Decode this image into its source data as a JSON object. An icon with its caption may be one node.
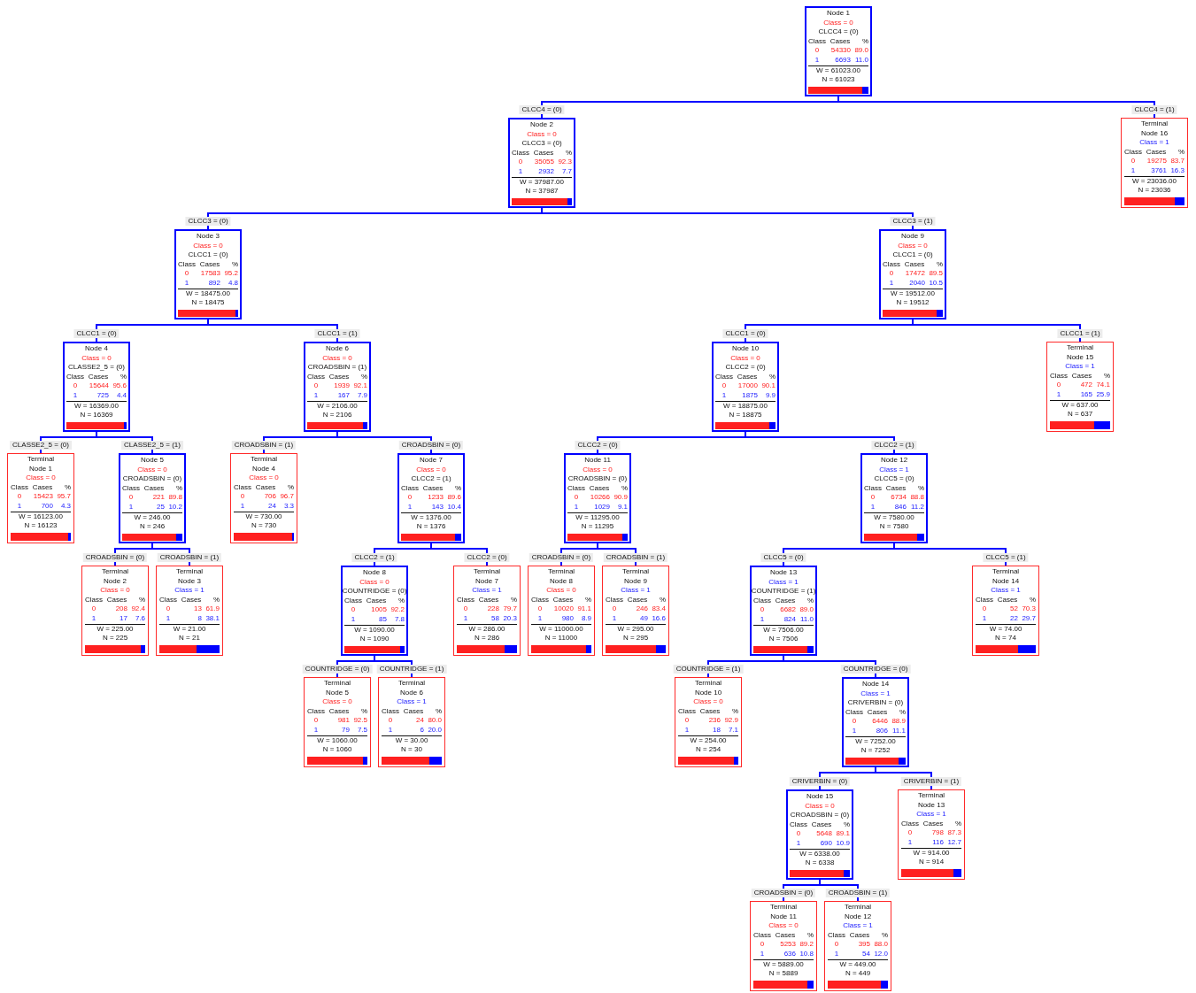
{
  "diagram": {
    "nodes": [
      {
        "text": [
          "Node 1",
          "Class = 0",
          "CLCC4 = (0)",
          "Class",
          "Cases",
          "%",
          "0",
          "54330",
          "89.0",
          "1",
          "6693",
          "11.0",
          "W = 61023.00",
          "N = 61023"
        ]
      },
      {
        "text": [
          "Node 2",
          "Class = 0",
          "CLCC3 = (0)",
          "Class",
          "Cases",
          "%",
          "0",
          "35055",
          "92.3",
          "1",
          "2932",
          "7.7",
          "W = 37987.00",
          "N = 37987"
        ]
      },
      {
        "text": [
          "Terminal",
          "Node 16",
          "Class = 1",
          "Class",
          "Cases",
          "%",
          "0",
          "19275",
          "83.7",
          "1",
          "3761",
          "16.3",
          "W = 23036.00",
          "N = 23036"
        ]
      },
      {
        "text": [
          "Node 3",
          "Class = 0",
          "CLCC1 = (0)",
          "Class",
          "Cases",
          "%",
          "0",
          "17583",
          "95.2",
          "1",
          "892",
          "4.8",
          "W = 18475.00",
          "N = 18475"
        ]
      },
      {
        "text": [
          "Node 9",
          "Class = 0",
          "CLCC1 = (0)",
          "Class",
          "Cases",
          "%",
          "0",
          "17472",
          "89.5",
          "1",
          "2040",
          "10.5",
          "W = 19512.00",
          "N = 19512"
        ]
      },
      {
        "text": [
          "Node 4",
          "Class = 0",
          "CLASSE2_5 = (0)",
          "Class",
          "Cases",
          "%",
          "0",
          "15644",
          "95.6",
          "1",
          "725",
          "4.4",
          "W = 16369.00",
          "N = 16369"
        ]
      },
      {
        "text": [
          "Node 6",
          "Class = 0",
          "CROADSBIN = (1)",
          "Class",
          "Cases",
          "%",
          "0",
          "1939",
          "92.1",
          "1",
          "167",
          "7.9",
          "W = 2106.00",
          "N = 2106"
        ]
      },
      {
        "text": [
          "Node 10",
          "Class = 0",
          "CLCC2 = (0)",
          "Class",
          "Cases",
          "%",
          "0",
          "17000",
          "90.1",
          "1",
          "1875",
          "9.9",
          "W = 18875.00",
          "N = 18875"
        ]
      },
      {
        "text": [
          "Terminal",
          "Node 15",
          "Class = 1",
          "Class",
          "Cases",
          "%",
          "0",
          "472",
          "74.1",
          "1",
          "165",
          "25.9",
          "W = 637.00",
          "N = 637"
        ]
      },
      {
        "text": [
          "Terminal",
          "Node 1",
          "Class = 0",
          "Class",
          "Cases",
          "%",
          "0",
          "15423",
          "95.7",
          "1",
          "700",
          "4.3",
          "W = 16123.00",
          "N = 16123"
        ]
      },
      {
        "text": [
          "Node 5",
          "Class = 0",
          "CROADSBIN = (0)",
          "Class",
          "Cases",
          "%",
          "0",
          "221",
          "89.8",
          "1",
          "25",
          "10.2",
          "W = 246.00",
          "N = 246"
        ]
      },
      {
        "text": [
          "Terminal",
          "Node 4",
          "Class = 0",
          "Class",
          "Cases",
          "%",
          "0",
          "706",
          "96.7",
          "1",
          "24",
          "3.3",
          "W = 730.00",
          "N = 730"
        ]
      },
      {
        "text": [
          "Node 7",
          "Class = 0",
          "CLCC2 = (1)",
          "Class",
          "Cases",
          "%",
          "0",
          "1233",
          "89.6",
          "1",
          "143",
          "10.4",
          "W = 1376.00",
          "N = 1376"
        ]
      },
      {
        "text": [
          "Node 11",
          "Class = 0",
          "CROADSBIN = (0)",
          "Class",
          "Cases",
          "%",
          "0",
          "10266",
          "90.9",
          "1",
          "1029",
          "9.1",
          "W = 11295.00",
          "N = 11295"
        ]
      },
      {
        "text": [
          "Node 12",
          "Class = 1",
          "CLCC5 = (0)",
          "Class",
          "Cases",
          "%",
          "0",
          "6734",
          "88.8",
          "1",
          "846",
          "11.2",
          "W = 7580.00",
          "N = 7580"
        ]
      },
      {
        "text": [
          "Terminal",
          "Node 2",
          "Class = 0",
          "Class",
          "Cases",
          "%",
          "0",
          "208",
          "92.4",
          "1",
          "17",
          "7.6",
          "W = 225.00",
          "N = 225"
        ]
      },
      {
        "text": [
          "Terminal",
          "Node 3",
          "Class = 1",
          "Class",
          "Cases",
          "%",
          "0",
          "13",
          "61.9",
          "1",
          "8",
          "38.1",
          "W = 21.00",
          "N = 21"
        ]
      },
      {
        "text": [
          "Node 8",
          "Class = 0",
          "COUNTRIDGE = (0)",
          "Class",
          "Cases",
          "%",
          "0",
          "1005",
          "92.2",
          "1",
          "85",
          "7.8",
          "W = 1090.00",
          "N = 1090"
        ]
      },
      {
        "text": [
          "Terminal",
          "Node 7",
          "Class = 1",
          "Class",
          "Cases",
          "%",
          "0",
          "228",
          "79.7",
          "1",
          "58",
          "20.3",
          "W = 286.00",
          "N = 286"
        ]
      },
      {
        "text": [
          "Terminal",
          "Node 8",
          "Class = 0",
          "Class",
          "Cases",
          "%",
          "0",
          "10020",
          "91.1",
          "1",
          "980",
          "8.9",
          "W = 11000.00",
          "N = 11000"
        ]
      },
      {
        "text": [
          "Terminal",
          "Node 9",
          "Class = 1",
          "Class",
          "Cases",
          "%",
          "0",
          "246",
          "83.4",
          "1",
          "49",
          "16.6",
          "W = 295.00",
          "N = 295"
        ]
      },
      {
        "text": [
          "Node 13",
          "Class = 1",
          "COUNTRIDGE = (1)",
          "Class",
          "Cases",
          "%",
          "0",
          "6682",
          "89.0",
          "1",
          "824",
          "11.0",
          "W = 7506.00",
          "N = 7506"
        ]
      },
      {
        "text": [
          "Terminal",
          "Node 14",
          "Class = 1",
          "Class",
          "Cases",
          "%",
          "0",
          "52",
          "70.3",
          "1",
          "22",
          "29.7",
          "W = 74.00",
          "N = 74"
        ]
      },
      {
        "text": [
          "Terminal",
          "Node 5",
          "Class = 0",
          "Class",
          "Cases",
          "%",
          "0",
          "981",
          "92.5",
          "1",
          "79",
          "7.5",
          "W = 1060.00",
          "N = 1060"
        ]
      },
      {
        "text": [
          "Terminal",
          "Node 6",
          "Class = 1",
          "Class",
          "Cases",
          "%",
          "0",
          "24",
          "80.0",
          "1",
          "6",
          "20.0",
          "W = 30.00",
          "N = 30"
        ]
      },
      {
        "text": [
          "Terminal",
          "Node 10",
          "Class = 0",
          "Class",
          "Cases",
          "%",
          "0",
          "236",
          "92.9",
          "1",
          "18",
          "7.1",
          "W = 254.00",
          "N = 254"
        ]
      },
      {
        "text": [
          "Node 14",
          "Class = 1",
          "CRIVERBIN = (0)",
          "Class",
          "Cases",
          "%",
          "0",
          "6446",
          "88.9",
          "1",
          "806",
          "11.1",
          "W = 7252.00",
          "N = 7252"
        ]
      },
      {
        "text": [
          "Node 15",
          "Class = 0",
          "CROADSBIN = (0)",
          "Class",
          "Cases",
          "%",
          "0",
          "5648",
          "89.1",
          "1",
          "690",
          "10.9",
          "W = 6338.00",
          "N = 6338"
        ]
      },
      {
        "text": [
          "Terminal",
          "Node 13",
          "Class = 1",
          "Class",
          "Cases",
          "%",
          "0",
          "798",
          "87.3",
          "1",
          "116",
          "12.7",
          "W = 914.00",
          "N = 914"
        ]
      },
      {
        "text": [
          "Terminal",
          "Node 11",
          "Class = 0",
          "Class",
          "Cases",
          "%",
          "0",
          "5253",
          "89.2",
          "1",
          "636",
          "10.8",
          "W = 5889.00",
          "N = 5889"
        ]
      },
      {
        "text": [
          "Terminal",
          "Node 12",
          "Class = 1",
          "Class",
          "Cases",
          "%",
          "0",
          "395",
          "88.0",
          "1",
          "54",
          "12.0",
          "W = 449.00",
          "N = 449"
        ]
      }
    ],
    "edges": [
      {
        "from": 0,
        "to": 1,
        "arrow": "none",
        "label": "CLCC4 = (0)"
      },
      {
        "from": 0,
        "to": 2,
        "arrow": "none",
        "label": "CLCC4 = (1)"
      },
      {
        "from": 1,
        "to": 3,
        "arrow": "none",
        "label": "CLCC3 = (0)"
      },
      {
        "from": 1,
        "to": 4,
        "arrow": "none",
        "label": "CLCC3 = (1)"
      },
      {
        "from": 3,
        "to": 5,
        "arrow": "none",
        "label": "CLCC1 = (0)"
      },
      {
        "from": 3,
        "to": 6,
        "arrow": "none",
        "label": "CLCC1 = (1)"
      },
      {
        "from": 4,
        "to": 7,
        "arrow": "none",
        "label": "CLCC1 = (0)"
      },
      {
        "from": 4,
        "to": 8,
        "arrow": "none",
        "label": "CLCC1 = (1)"
      },
      {
        "from": 5,
        "to": 9,
        "arrow": "none",
        "label": "CLASSE2_5 = (0)"
      },
      {
        "from": 5,
        "to": 10,
        "arrow": "none",
        "label": "CLASSE2_5 = (1)"
      },
      {
        "from": 6,
        "to": 11,
        "arrow": "none",
        "label": "CROADSBIN = (1)"
      },
      {
        "from": 6,
        "to": 12,
        "arrow": "none",
        "label": "CROADSBIN = (0)"
      },
      {
        "from": 7,
        "to": 13,
        "arrow": "none",
        "label": "CLCC2 = (0)"
      },
      {
        "from": 7,
        "to": 14,
        "arrow": "none",
        "label": "CLCC2 = (1)"
      },
      {
        "from": 10,
        "to": 15,
        "arrow": "none",
        "label": "CROADSBIN = (0)"
      },
      {
        "from": 10,
        "to": 16,
        "arrow": "none",
        "label": "CROADSBIN = (1)"
      },
      {
        "from": 12,
        "to": 17,
        "arrow": "none",
        "label": "CLCC2 = (1)"
      },
      {
        "from": 12,
        "to": 18,
        "arrow": "none",
        "label": "CLCC2 = (0)"
      },
      {
        "from": 13,
        "to": 19,
        "arrow": "none",
        "label": "CROADSBIN = (0)"
      },
      {
        "from": 13,
        "to": 20,
        "arrow": "none",
        "label": "CROADSBIN = (1)"
      },
      {
        "from": 14,
        "to": 21,
        "arrow": "none",
        "label": "CLCC5 = (0)"
      },
      {
        "from": 14,
        "to": 22,
        "arrow": "none",
        "label": "CLCC5 = (1)"
      },
      {
        "from": 17,
        "to": 23,
        "arrow": "none",
        "label": "COUNTRIDGE = (0)"
      },
      {
        "from": 17,
        "to": 24,
        "arrow": "none",
        "label": "COUNTRIDGE = (1)"
      },
      {
        "from": 21,
        "to": 25,
        "arrow": "none",
        "label": "COUNTRIDGE = (1)"
      },
      {
        "from": 21,
        "to": 26,
        "arrow": "none",
        "label": "COUNTRIDGE = (0)"
      },
      {
        "from": 26,
        "to": 27,
        "arrow": "none",
        "label": "CRIVERBIN = (0)"
      },
      {
        "from": 26,
        "to": 28,
        "arrow": "none",
        "label": "CRIVERBIN = (1)"
      },
      {
        "from": 27,
        "to": 29,
        "arrow": "none",
        "label": "CROADSBIN = (0)"
      },
      {
        "from": 27,
        "to": 30,
        "arrow": "none",
        "label": "CROADSBIN = (1)"
      }
    ]
  }
}
